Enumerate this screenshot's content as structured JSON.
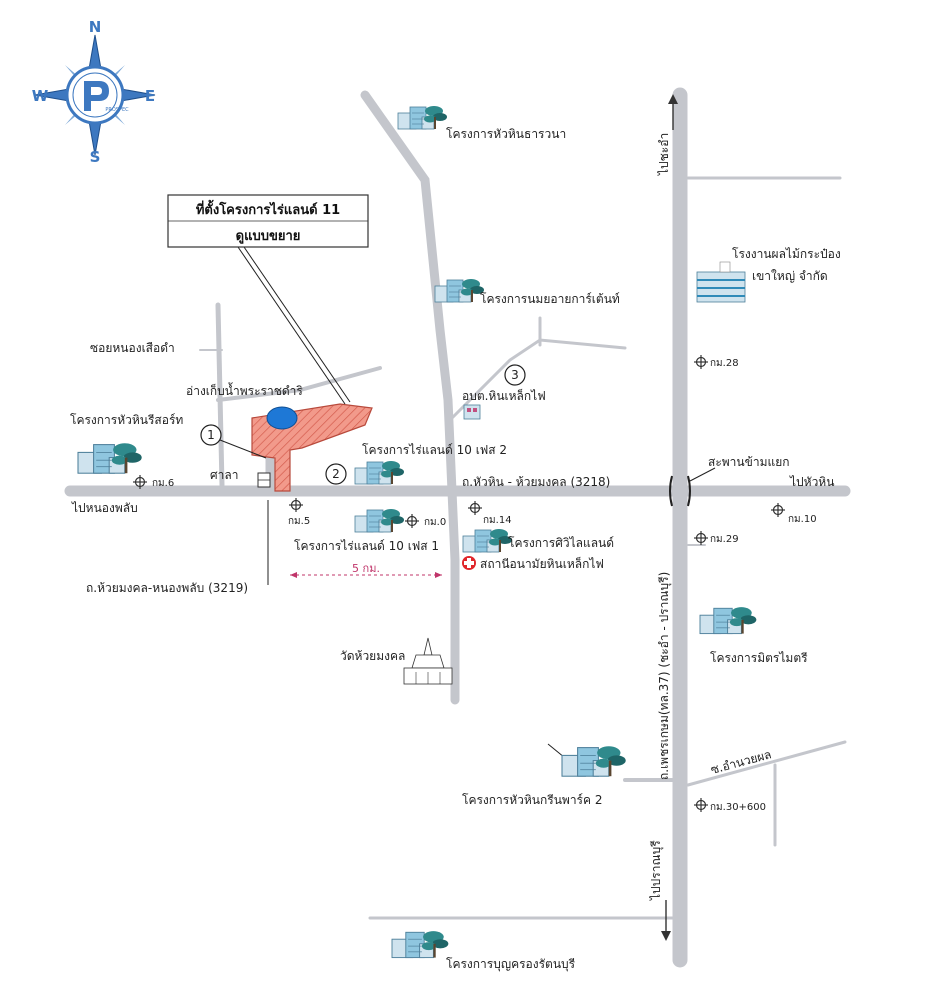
{
  "compass": {
    "n": "N",
    "s": "S",
    "e": "E",
    "w": "W",
    "logo_text": "PROSPEC"
  },
  "title_box": {
    "line1": "ที่ตั้งโครงการไร่แลนด์ 11",
    "line2": "ดูแบบขยาย"
  },
  "places": {
    "huahin_thanwana": "โครงการหัวหินธารวนา",
    "nomyai_tent": "โครงการนมยอายการ์เต้นท์",
    "fruit_factory_1": "โรงงานผลไม้กระป๋อง",
    "fruit_factory_2": "เขาใหญ่ จำกัด",
    "nong_suea_dam": "ซอยหนองเสือดำ",
    "reservoir": "อ่างเก็บน้ำพระราชดำริ",
    "hin_lek_fai_office": "อบต.หินเหล็กไฟ",
    "huahin_resort": "โครงการหัวหินรีสอร์ท",
    "rai_land_10_p2": "โครงการไร่แลนด์ 10 เฟส 2",
    "rai_land_10_p1": "โครงการไร่แลนด์ 10 เฟส 1",
    "sala": "ศาลา",
    "siwilai_land": "โครงการศิวิไลแลนด์",
    "health_station": "สถานีอนามัยหินเหล็กไฟ",
    "wat_huai_mongkol": "วัดห้วยมงคล",
    "mitrmaitri": "โครงการมิตรไมตรี",
    "huahin_green_park": "โครงการหัวหินกรีนพาร์ค 2",
    "bunkrong": "โครงการบุญครองรัตนบุรี",
    "flyover": "สะพานข้ามแยก"
  },
  "roads": {
    "to_cha_am": "ไปชะอำ",
    "to_pranburi": "ไปปราณบุรี",
    "to_nong_phlap": "ไปหนองพลับ",
    "to_huahin": "ไปหัวหิน",
    "huahin_huai_mongkol": "ถ.หัวหิน - ห้วยมงคล (3218)",
    "huai_mongkol_nong_phlap": "ถ.ห้วยมงคล-หนองพลับ (3219)",
    "phetkasem": "ถ.เพชรเกษม(ทล.37) (ชะอำ - ปราณบุรี)",
    "soi_amnuay_phon": "ซ.อำนวยผล"
  },
  "km_markers": {
    "km6": "กม.6",
    "km5": "กม.5",
    "km0": "กม.0",
    "km14": "กม.14",
    "km28": "กม.28",
    "km29": "กม.29",
    "km10": "กม.10",
    "km30": "กม.30+600"
  },
  "distance": "5 กม.",
  "point_numbers": {
    "p1": "1",
    "p2": "2",
    "p3": "3"
  },
  "colors": {
    "road": "#c4c6cc",
    "site": "#ef8f80",
    "water": "#1e78d6",
    "compass": "#3d78c0",
    "tree": "#2f8a8c",
    "hospital": "#e0262b",
    "distance": "#c0356a"
  }
}
